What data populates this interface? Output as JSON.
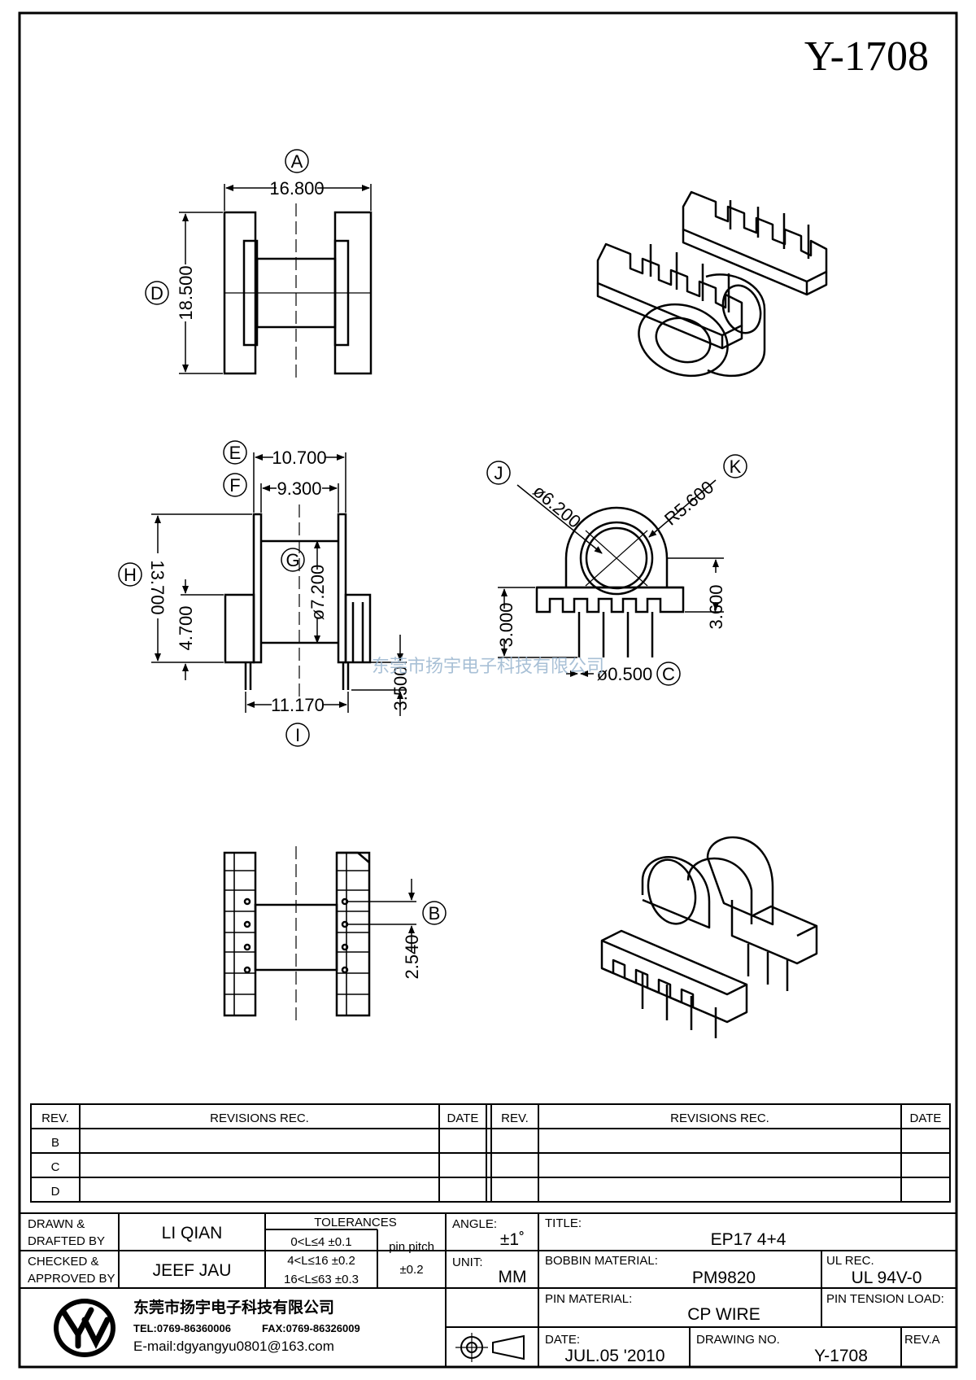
{
  "drawing_number_large": "Y-1708",
  "callouts": {
    "a": "A",
    "b": "B",
    "c": "C",
    "d": "D",
    "e": "E",
    "f": "F",
    "g": "G",
    "h": "H",
    "i": "I",
    "j": "J",
    "k": "K"
  },
  "dimensions": {
    "a": "16.800",
    "d": "18.500",
    "e": "10.700",
    "f": "9.300",
    "g": "ø7.200",
    "h": "13.700",
    "h_low": "4.700",
    "i": "11.170",
    "pin_len": "3.500",
    "j": "ø6.200",
    "k": "R5.600",
    "c_left": "3.000",
    "c_right": "3.600",
    "c_pin": "ø0.500",
    "b": "2.540"
  },
  "watermark": "东莞市扬宇电子科技有限公司",
  "revisions": {
    "headers": {
      "rev": "REV.",
      "rec": "REVISIONS   REC.",
      "date": "DATE"
    },
    "rows": [
      "B",
      "C",
      "D"
    ]
  },
  "title_block": {
    "drawn_label": "DRAWN &\nDRAFTED BY",
    "drawn_label_1": "DRAWN &",
    "drawn_label_2": "DRAFTED BY",
    "drawn_value": "LI QIAN",
    "checked_label_1": "CHECKED &",
    "checked_label_2": "APPROVED BY",
    "checked_value": "JEEF JAU",
    "tolerances_label": "TOLERANCES",
    "tol_rows": [
      "0<L≤4    ±0.1",
      "4<L≤16  ±0.2",
      "16<L≤63 ±0.3"
    ],
    "pin_pitch_label": "pin  pitch",
    "pin_pitch_value": "±0.2",
    "angle_label": "ANGLE:",
    "angle_value": "±1˚",
    "unit_label": "UNIT:",
    "unit_value": "MM",
    "title_label": "TITLE:",
    "title_value": "EP17  4+4",
    "bobbin_label": "BOBBIN  MATERIAL:",
    "bobbin_value": "PM9820",
    "ul_label": "UL  REC.",
    "ul_value": "UL  94V-0",
    "pin_material_label": "PIN  MATERIAL:",
    "pin_material_value": "CP  WIRE",
    "pin_tension_label": "PIN  TENSION  LOAD:",
    "date_label": "DATE:",
    "date_value": "JUL.05  '2010",
    "drawing_no_label": "DRAWING  NO.",
    "drawing_no_value": "Y-1708",
    "rev_label": "REV.A",
    "company_name": "东莞市扬宇电子科技有限公司",
    "company_tel": "TEL:0769-86360006",
    "company_fax": "FAX:0769-86326009",
    "company_email": "E-mail:dgyangyu0801@163.com"
  }
}
